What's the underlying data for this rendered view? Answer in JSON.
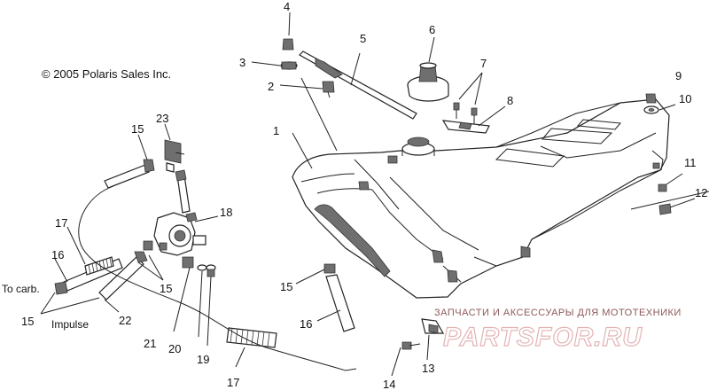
{
  "copyright": "© 2005 Polaris Sales Inc.",
  "notes": {
    "to_carb": "To carb.",
    "impulse": "Impulse"
  },
  "callouts": {
    "n1": "1",
    "n2": "2",
    "n3": "3",
    "n4": "4",
    "n5": "5",
    "n6": "6",
    "n7": "7",
    "n8": "8",
    "n9": "9",
    "n10": "10",
    "n11": "11",
    "n12": "12",
    "n13": "13",
    "n14": "14",
    "n15a": "15",
    "n15b": "15",
    "n15c": "15",
    "n15d": "15",
    "n16a": "16",
    "n16b": "16",
    "n17a": "17",
    "n17b": "17",
    "n18": "18",
    "n19": "19",
    "n20": "20",
    "n21": "21",
    "n22": "22",
    "n23": "23"
  },
  "watermark": {
    "subtitle": "ЗАПЧАСТИ И АКСЕССУАРЫ ДЛЯ МОТОТЕХНИКИ",
    "logo": "PARTSFOR.RU",
    "color": "#c0392b"
  }
}
